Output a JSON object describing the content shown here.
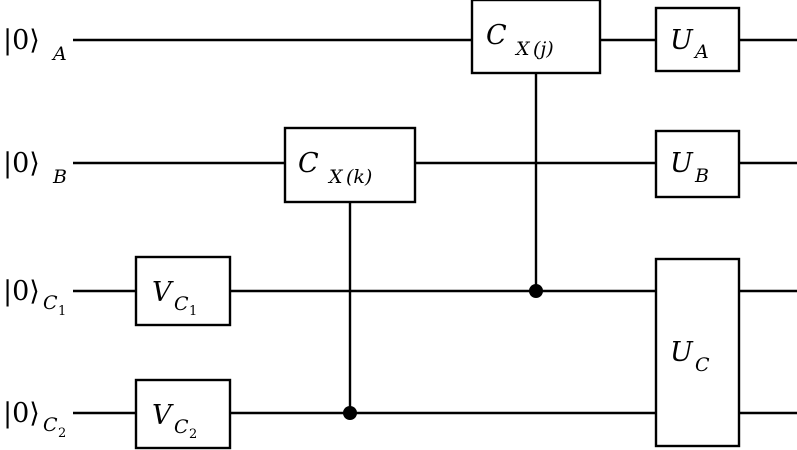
{
  "circuit": {
    "qubits": [
      {
        "id": "A",
        "ket": "|0⟩",
        "sub": "A",
        "subsub": ""
      },
      {
        "id": "B",
        "ket": "|0⟩",
        "sub": "B",
        "subsub": ""
      },
      {
        "id": "C1",
        "ket": "|0⟩",
        "sub": "C",
        "subsub": "1"
      },
      {
        "id": "C2",
        "ket": "|0⟩",
        "sub": "C",
        "subsub": "2"
      }
    ],
    "gates": [
      {
        "id": "VC1",
        "main": "V",
        "sub": "C",
        "subsub": "1",
        "wires": [
          "C1"
        ]
      },
      {
        "id": "VC2",
        "main": "V",
        "sub": "C",
        "subsub": "2",
        "wires": [
          "C2"
        ]
      },
      {
        "id": "CXk",
        "main": "C",
        "sub": "X",
        "paren": "(k)",
        "target": "B",
        "control": "C2"
      },
      {
        "id": "CXj",
        "main": "C",
        "sub": "X",
        "paren": "(j)",
        "target": "A",
        "control": "C1"
      },
      {
        "id": "UA",
        "main": "U",
        "sub": "A",
        "wires": [
          "A"
        ]
      },
      {
        "id": "UB",
        "main": "U",
        "sub": "B",
        "wires": [
          "B"
        ]
      },
      {
        "id": "UC",
        "main": "U",
        "sub": "C",
        "wires": [
          "C1",
          "C2"
        ]
      }
    ]
  }
}
